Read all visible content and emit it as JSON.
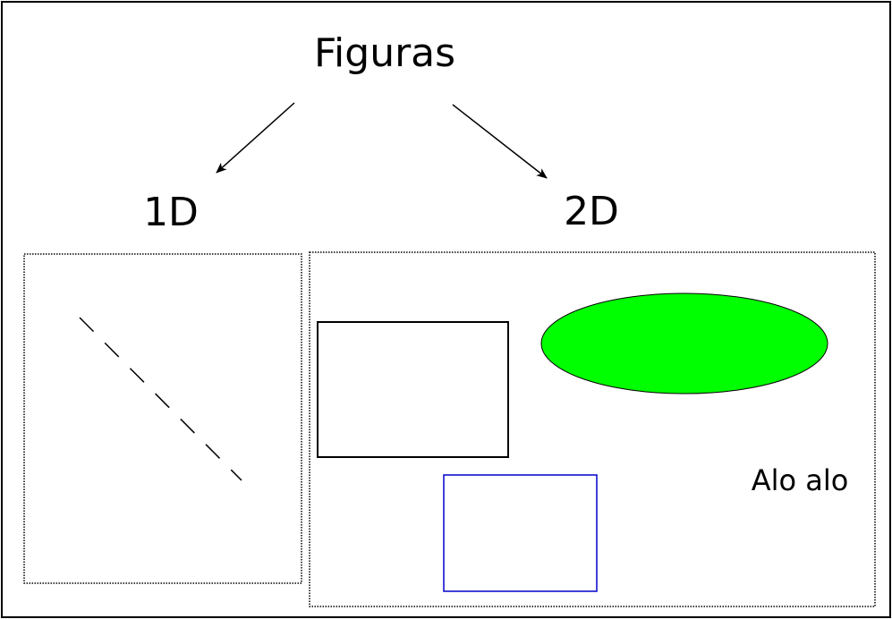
{
  "diagram": {
    "title": "Figuras",
    "categories": [
      {
        "label": "1D"
      },
      {
        "label": "2D"
      }
    ],
    "annotation": "Alo alo"
  },
  "colors": {
    "stroke": "#000000",
    "ellipse_fill": "#00ff00",
    "blue_rect_stroke": "#0000cc"
  }
}
